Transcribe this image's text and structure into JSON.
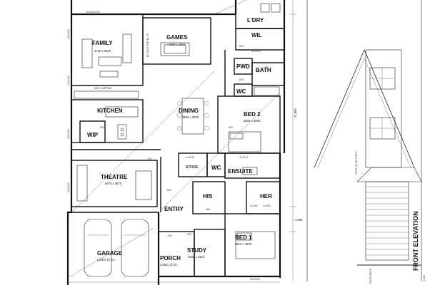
{
  "plan": {
    "rooms": {
      "ldry": "L'DRY",
      "family": "FAMILY",
      "family_size": "4730 x 5810",
      "games": "GAMES",
      "games_size": "4900 x 2800",
      "wil": "WIL",
      "pwd": "PWD",
      "bath": "BATH",
      "wc": "WC",
      "kitchen": "KITCHEN",
      "dining": "DINING",
      "dining_size": "3660 x 3600",
      "bed2": "BED 2",
      "bed2_size": "3830 x 3690",
      "wip": "WIP",
      "store": "STORE",
      "wc2": "WC",
      "ensuite": "ENSUITE",
      "theatre": "THEATRE",
      "theatre_size": "5670 x 3670",
      "his": "HIS",
      "her": "HER",
      "entry": "ENTRY",
      "bed1": "BED 1",
      "bed1_size": "3810 x 3930",
      "garage": "GARAGE",
      "garage_note": "LINED @ 25...",
      "study": "STUDY",
      "study_size": "2830 x 3310",
      "porch": "PORCH",
      "porch_note": "LINED @ 25..."
    },
    "notes": {
      "top_left": "22x2410 SD",
      "mdf_capping": "MDF CAPPING",
      "dim_820_a": "820",
      "dim_820_b": "820",
      "dim_820_c": "820",
      "dim_820_d": "820",
      "dim_820_e": "820",
      "dim_820_f": "820",
      "dim_820_g": "820",
      "dim_720": "720",
      "dim_660": "660",
      "dim_2x520_a": "2x 520",
      "dim_2x520_b": "2x 520",
      "dim_4xsh_a": "4x SHS",
      "dim_4xsh_b": "4x SHS",
      "dim_4xsh_c": "4x SHS",
      "dim_2410_a": "22x2410",
      "dim_2410_b": "22x2410",
      "dim_2410_c": "22x2410",
      "dim_2410_d": "22x2410",
      "vert_note": "BI-FOLD\nTOP @ 2.5",
      "bottom_dim": "22x2410",
      "dim_21880": "21,880",
      "dim_1500": "1,500",
      "ms_note": "MS"
    },
    "elevation": {
      "title": "FRONT ELEVATION",
      "roof_note": "TILED @ 25° PITCH",
      "face_brick": "FACE\nBRICK",
      "scale": "1:100"
    }
  }
}
